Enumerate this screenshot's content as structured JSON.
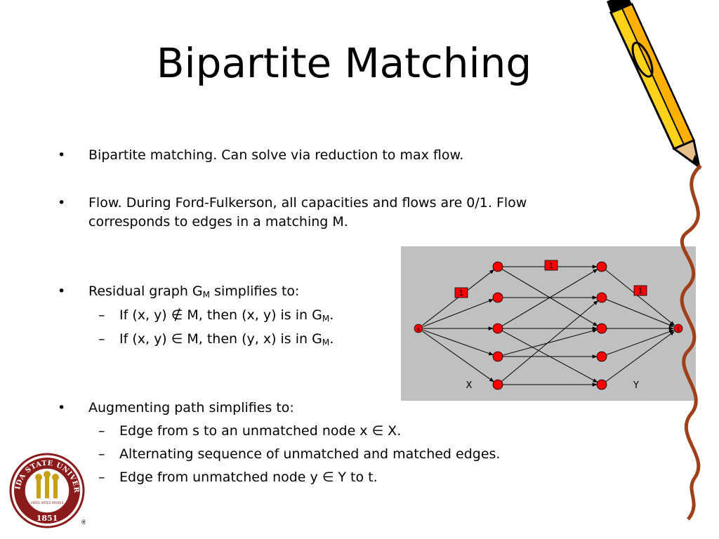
{
  "slide": {
    "title": "Bipartite Matching",
    "bullet_char": "•",
    "dash_char": "–",
    "bullets": [
      {
        "text": "Bipartite matching.  Can solve via reduction to max flow."
      },
      {
        "line1": "Flow.  During Ford-Fulkerson, all capacities and flows are 0/1.  Flow",
        "line2": "corresponds to edges in a matching M."
      },
      {
        "pre": "Residual graph G",
        "sub": "M",
        "post": " simplifies to:",
        "subitems": [
          {
            "pre": "If (x, y) ∉ M, then (x, y) is in G",
            "sub": "M",
            "post": "."
          },
          {
            "pre": "If (x, y) ∈ M, then (y, x) is in G",
            "sub": "M",
            "post": "."
          }
        ]
      },
      {
        "text": "Augmenting path simplifies to:",
        "subitems": [
          {
            "text": "Edge from s to an unmatched node x ∈ X."
          },
          {
            "text": "Alternating sequence of unmatched and matched edges."
          },
          {
            "text": "Edge from unmatched node y ∈ Y to t."
          }
        ]
      }
    ]
  },
  "diagram": {
    "background": "#c0c0c0",
    "node_color": "#ff0000",
    "source_label": "s",
    "sink_label": "t",
    "left_label": "X",
    "right_label": "Y",
    "flow_badges": [
      "1",
      "1",
      "1"
    ]
  },
  "logo": {
    "text_top": "FLORIDA STATE UNIVERSITY",
    "year": "1851",
    "banner": "VIRES  ARTES  MORES",
    "registered": "®",
    "color": "#8b1a1a"
  }
}
